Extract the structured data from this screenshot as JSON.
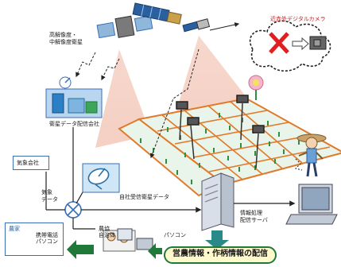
{
  "labels": {
    "satellite_caption_line1": "高解像度・",
    "satellite_caption_line2": "中解像度衛星",
    "cloud_caption": "近赤外デジタルカメラ",
    "distributor_label": "衛星データ配信会社",
    "weather_company": "気象会社",
    "weather_data_line1": "気象",
    "weather_data_line2": "データ",
    "own_reception": "自社受信衛星データ",
    "server_line1": "情報処理",
    "server_line2": "配信サーバ",
    "pc_label": "パソコン",
    "agri_box_line1": "農協",
    "agri_box_line2": "自治体",
    "farmer_line1": "農家",
    "farmer_line2": "携帯電話",
    "farmer_line3": "パソコン",
    "output_pill": "営農情報・作柄情報の配信"
  },
  "colors": {
    "beam": "#f3c7b8",
    "field_fill": "#e8f4ea",
    "field_border": "#e07a2a",
    "arrow_green": "#1f7a3a",
    "arrow_teal": "#2a8a8a",
    "box_border": "#3a6fb5",
    "pill_border": "#1f7a3a",
    "pill_fill": "#fff9cc",
    "cross_red": "#e02020"
  },
  "icons": [
    "satellite-icon",
    "satellite-icon",
    "satellite-icon",
    "building-icon",
    "tower-camera-icon",
    "server-icon",
    "laptop-icon",
    "person-icon",
    "dish-icon",
    "phone-icon",
    "cross-icon",
    "mixer-icon"
  ]
}
